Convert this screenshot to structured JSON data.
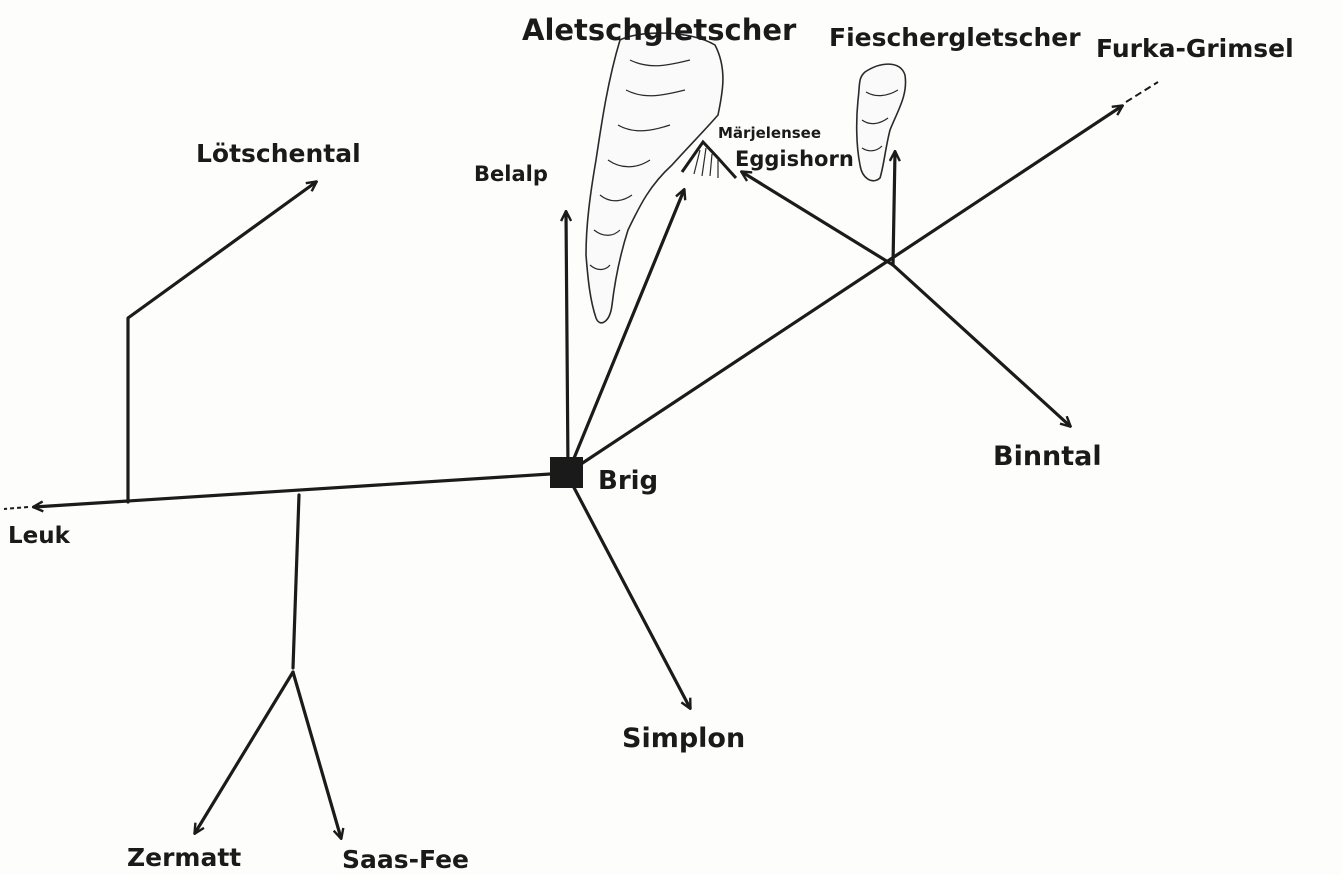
{
  "map": {
    "hub": "Brig",
    "places": {
      "aletschgletscher": "Aletschgletscher",
      "fieschergletscher": "Fieschergletscher",
      "furka_grimsel": "Furka-Grimsel",
      "loetschental": "Lötschental",
      "belalp": "Belalp",
      "marjelensee": "Märjelensee",
      "eggishorn": "Eggishorn",
      "binntal": "Binntal",
      "brig": "Brig",
      "leuk": "Leuk",
      "simplon": "Simplon",
      "zermatt": "Zermatt",
      "saas_fee": "Saas-Fee"
    },
    "colors": {
      "ink": "#1b1b1b",
      "paper": "#fdfdfb"
    }
  }
}
